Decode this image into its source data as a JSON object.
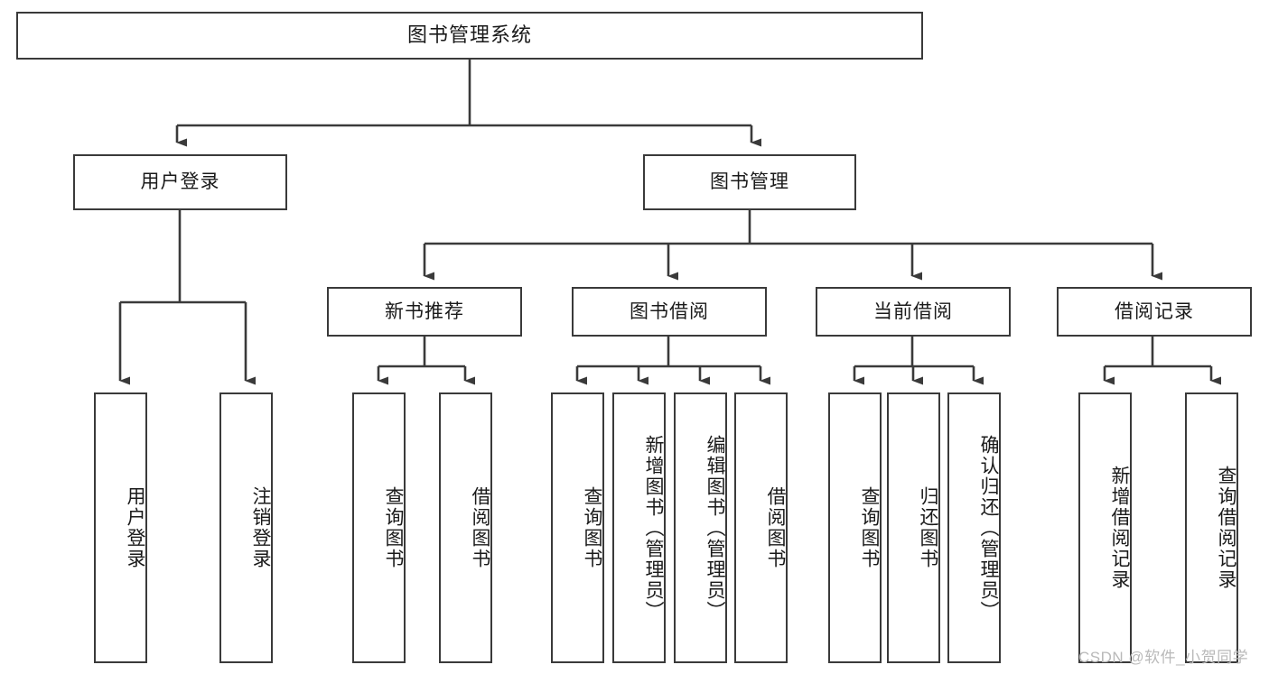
{
  "diagram": {
    "title": "图书管理系统",
    "type": "tree",
    "root": {
      "label": "图书管理系统",
      "children": [
        {
          "label": "用户登录",
          "children": [
            {
              "label": "用户登录"
            },
            {
              "label": "注销登录"
            }
          ]
        },
        {
          "label": "图书管理",
          "children": [
            {
              "label": "新书推荐",
              "children": [
                {
                  "label": "查询图书"
                },
                {
                  "label": "借阅图书"
                }
              ]
            },
            {
              "label": "图书借阅",
              "children": [
                {
                  "label": "查询图书"
                },
                {
                  "label": "新增图书（管理员）"
                },
                {
                  "label": "编辑图书（管理员）"
                },
                {
                  "label": "借阅图书"
                }
              ]
            },
            {
              "label": "当前借阅",
              "children": [
                {
                  "label": "查询图书"
                },
                {
                  "label": "归还图书"
                },
                {
                  "label": "确认归还（管理员）"
                }
              ]
            },
            {
              "label": "借阅记录",
              "children": [
                {
                  "label": "新增借阅记录"
                },
                {
                  "label": "查询借阅记录"
                }
              ]
            }
          ]
        }
      ]
    }
  },
  "nodes": {
    "root": "图书管理系统",
    "user_login": "用户登录",
    "book_manage": "图书管理",
    "user_login_child_1": "用户登录",
    "user_login_child_2": "注销登录",
    "new_book_rec": "新书推荐",
    "new_book_rec_child_1": "查询图书",
    "new_book_rec_child_2": "借阅图书",
    "book_borrow": "图书借阅",
    "book_borrow_child_1": "查询图书",
    "book_borrow_child_2": "新增图书（管理员）",
    "book_borrow_child_3": "编辑图书（管理员）",
    "book_borrow_child_4": "借阅图书",
    "current_borrow": "当前借阅",
    "current_borrow_child_1": "查询图书",
    "current_borrow_child_2": "归还图书",
    "current_borrow_child_3": "确认归还（管理员）",
    "borrow_record": "借阅记录",
    "borrow_record_child_1": "新增借阅记录",
    "borrow_record_child_2": "查询借阅记录"
  },
  "watermark": {
    "text": "CSDN @软件_小贺同学"
  },
  "colors": {
    "stroke": "#3a3a3a",
    "fill": "#ffffff",
    "text": "#1a1a1a",
    "watermark": "#b9b9b9"
  }
}
